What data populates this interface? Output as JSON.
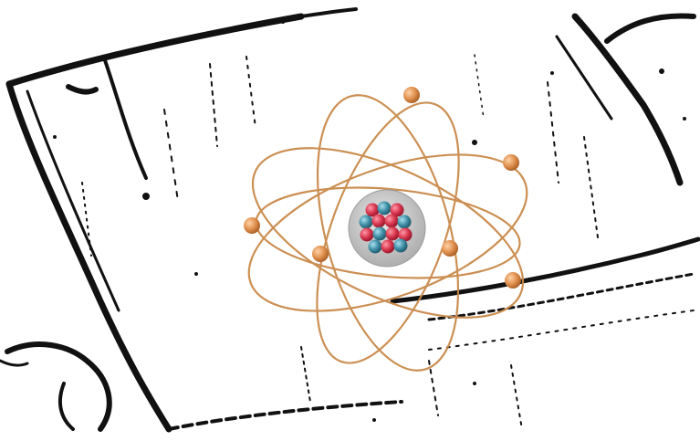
{
  "image": {
    "subject": "atom-model",
    "background": "photocopied-paper-sketch",
    "electron_count": 6,
    "nucleon_count": 14
  },
  "colors": {
    "sketch_ink": "#111111",
    "paper": "#ffffff",
    "orbit": "#c98a4a",
    "electron": "#e0914f",
    "nucleus_shell": "#c9c9c9",
    "proton": "#d8364e",
    "neutron": "#3f8ea6"
  }
}
